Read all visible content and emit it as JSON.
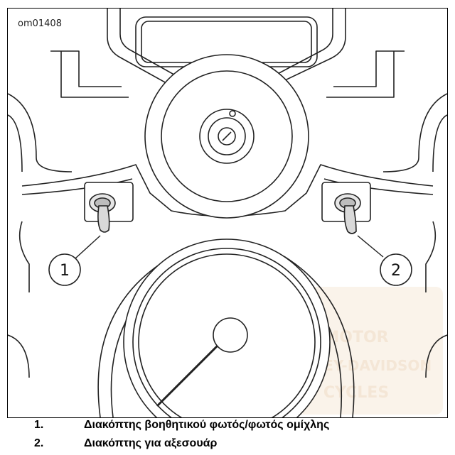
{
  "figure": {
    "id_label": "om01408",
    "callouts": [
      "1",
      "2"
    ]
  },
  "legend": {
    "items": [
      {
        "number": "1.",
        "text": "Διακόπτης βοηθητικού φωτός/φωτός ομίχλης"
      },
      {
        "number": "2.",
        "text": "Διακόπτης για αξεσουάρ"
      }
    ]
  },
  "watermark": {
    "text_lines": [
      "MOTOR",
      "HARLEY-DAVIDSON",
      "CYCLES"
    ],
    "color": "#f3dfc8"
  }
}
